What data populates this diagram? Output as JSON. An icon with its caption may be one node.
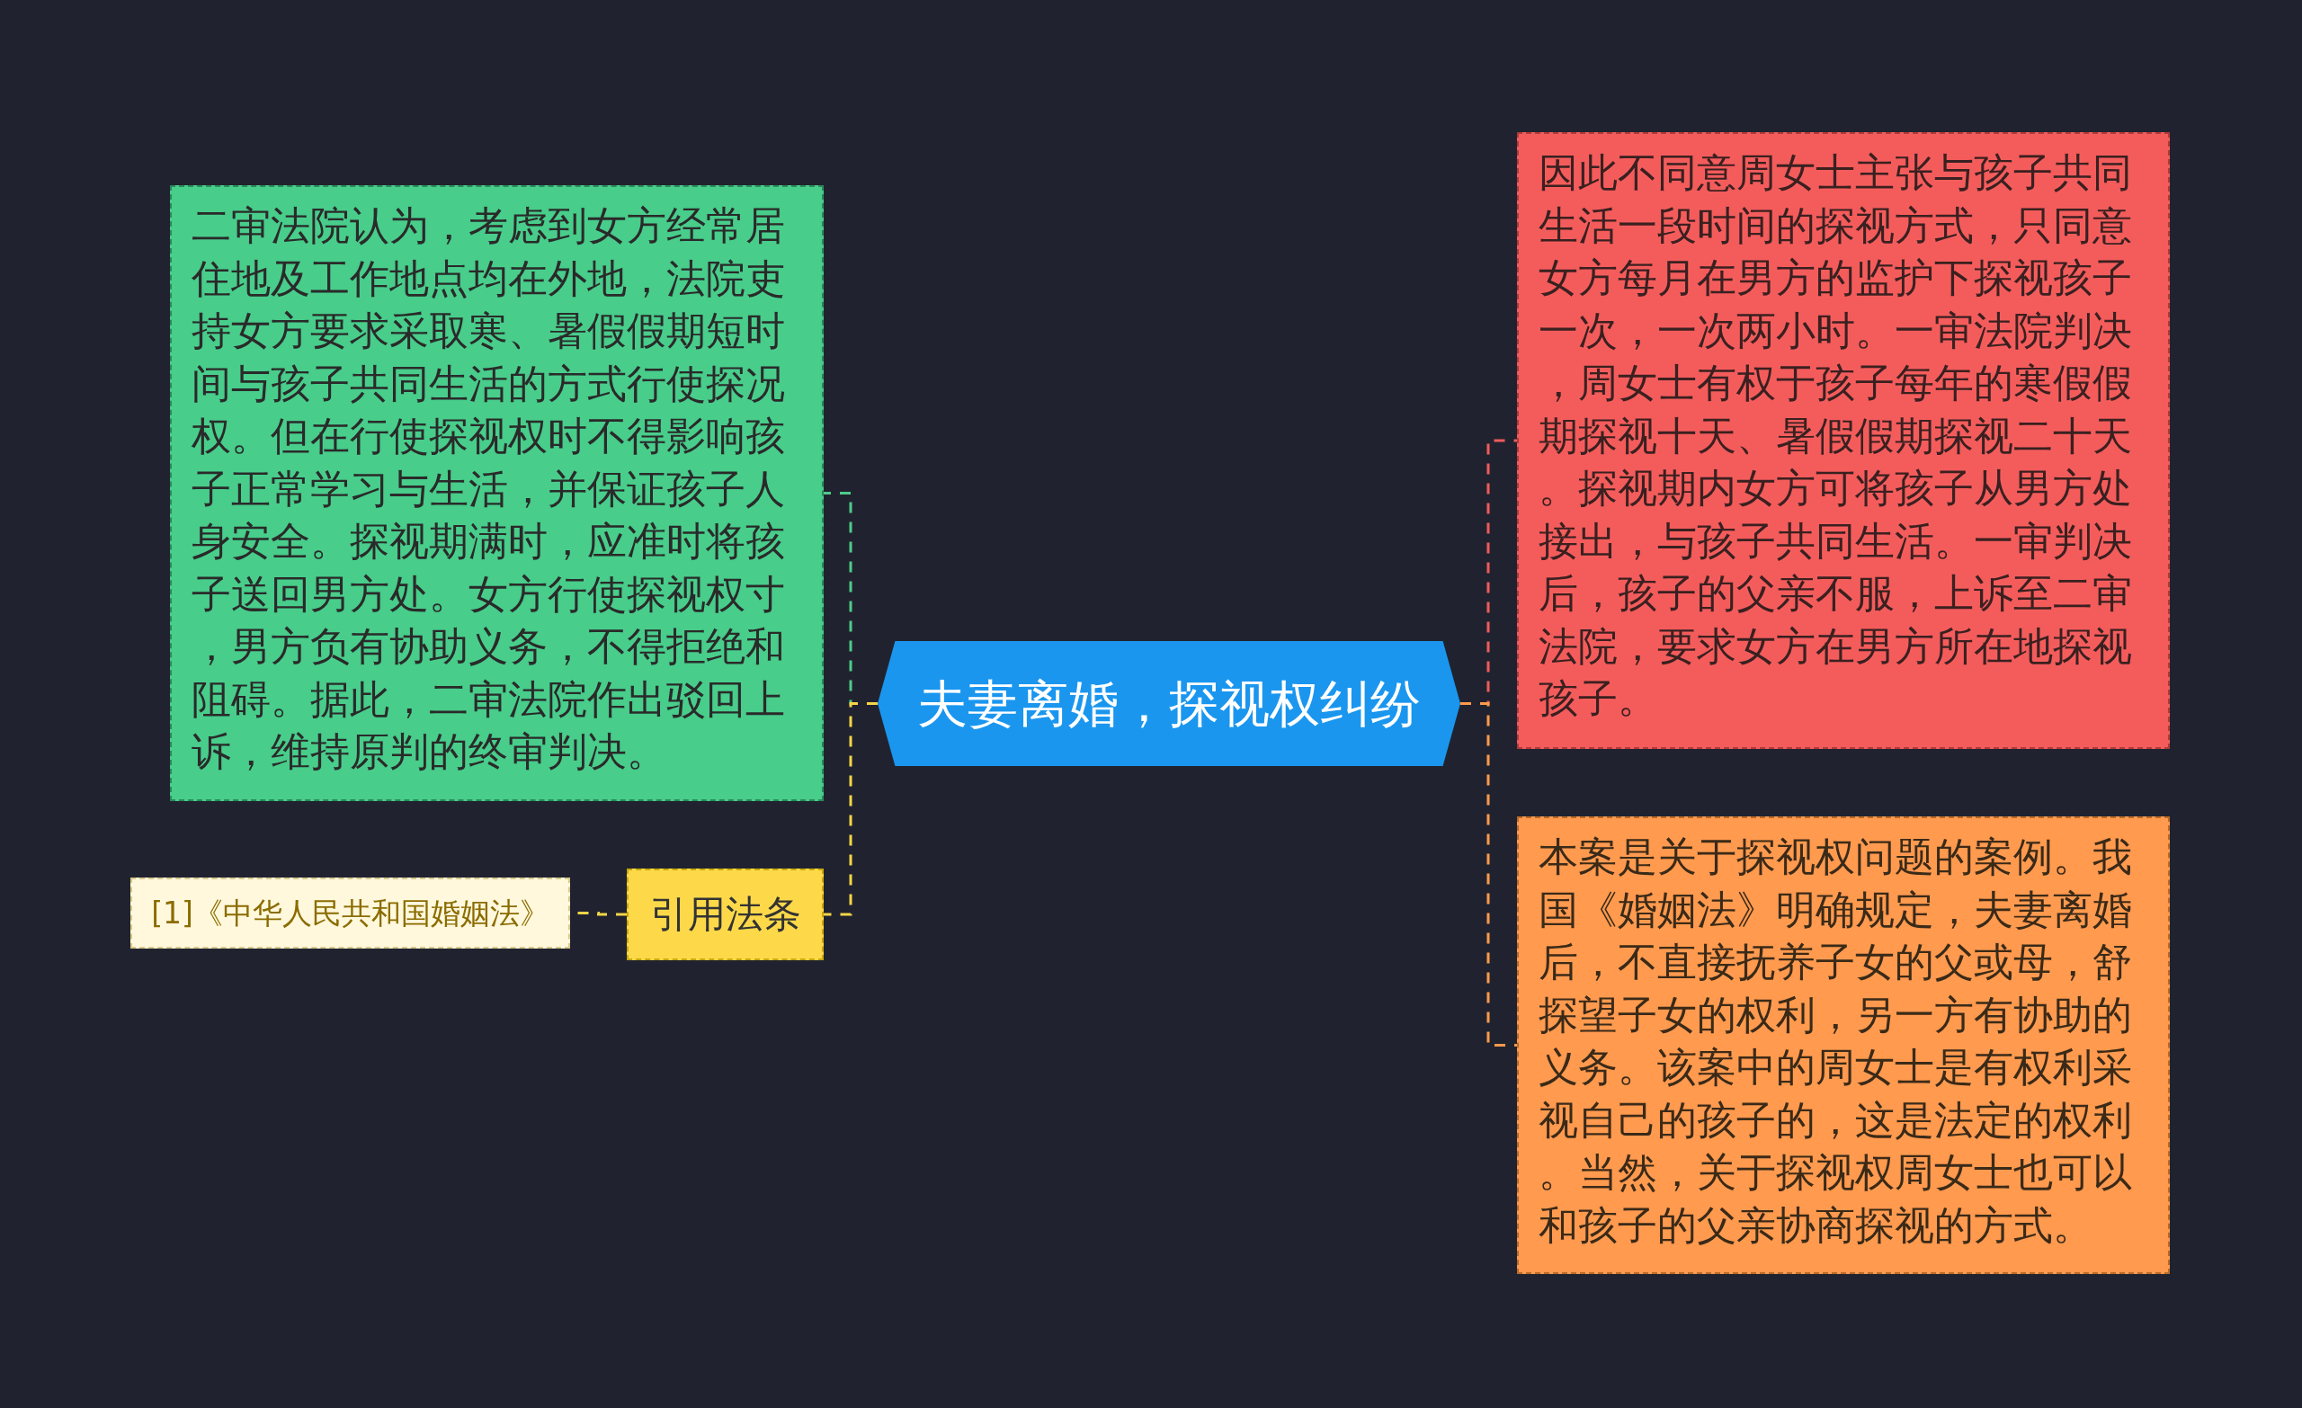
{
  "diagram": {
    "nodes": [
      {
        "text": [
          "夫妻离婚，探视权纠纷"
        ]
      },
      {
        "text": [
          "二审法院认为，考虑到女方经常居住地及工作地点均在外地，法院吏持女方要求采取寒、暑假假期短时间与孩子共同生活的方式行使探况权。但在行使探视权时不得影响孩子正常学习与生活，并保证孩子人身安全。探视期满时，应准时将孩子送回男方处。女方行使探视权寸，男方负有协助义务，不得拒绝和阻碍。据此，二审法院作出驳回上诉，维持原判的终审判决。"
        ]
      },
      {
        "text": [
          "引用法条"
        ]
      },
      {
        "text": [
          "[1]《中华人民共和国婚姻法》"
        ]
      },
      {
        "text": [
          "因此不同意周女士主张与孩子共同生活一段时间的探视方式，只同意女方每月在男方的监护下探视孩子一次，一次两小时。一审法院判决，周女士有权于孩子每年的寒假假期探视十天、暑假假期探视二十天。探视期内女方可将孩子从男方处接出，与孩子共同生活。一审判决后，孩子的父亲不服，上诉至二审法院，要求女方在男方所在地探视孩子。"
        ]
      },
      {
        "text": [
          "本案是关于探视权问题的案例。我国《婚姻法》明确规定，夫妻离婚后，不直接抚养子女的父或母，舒探望子女的权利，另一方有协助的义务。该案中的周女士是有权利采视自己的孩子的，这是法定的权利。当然，关于探视权周女士也可以和孩子的父亲协商探视的方式。"
        ]
      }
    ],
    "edges": [
      {
        "from": 0,
        "to": 1,
        "arrow": "none",
        "style": "dashed",
        "color": "#4ecb8a"
      },
      {
        "from": 0,
        "to": 2,
        "arrow": "none",
        "style": "dashed",
        "color": "#f5d547"
      },
      {
        "from": 2,
        "to": 3,
        "arrow": "none",
        "style": "dashed",
        "color": "#f5d547"
      },
      {
        "from": 0,
        "to": 4,
        "arrow": "none",
        "style": "dashed",
        "color": "#f05b5b"
      },
      {
        "from": 0,
        "to": 5,
        "arrow": "none",
        "style": "dashed",
        "color": "#ff9a4d"
      }
    ]
  }
}
